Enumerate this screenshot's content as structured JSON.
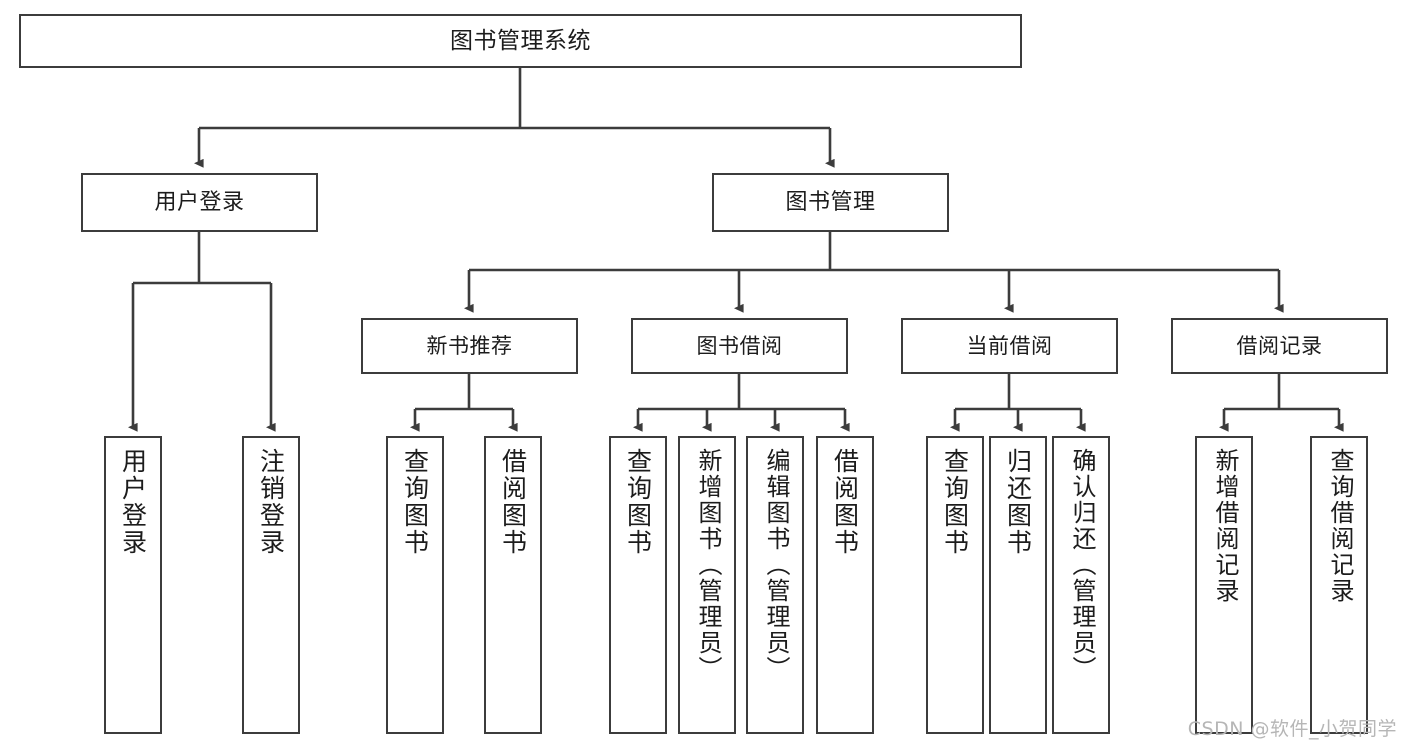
{
  "diagram": {
    "type": "tree",
    "title": "图书管理系统",
    "colors": {
      "box_border": "#3c3c3c",
      "box_fill": "#ffffff",
      "text": "#1c1c1c",
      "connector": "#3c3c3c",
      "watermark": "#b6b6b6"
    },
    "root": {
      "label": "图书管理系统"
    },
    "level2": [
      {
        "label": "用户登录"
      },
      {
        "label": "图书管理"
      }
    ],
    "level3": [
      {
        "label": "新书推荐"
      },
      {
        "label": "图书借阅"
      },
      {
        "label": "当前借阅"
      },
      {
        "label": "借阅记录"
      }
    ],
    "leaves": {
      "user_login": [
        {
          "label": "用户登录"
        },
        {
          "label": "注销登录"
        }
      ],
      "new_book_recommend": [
        {
          "label": "查询图书"
        },
        {
          "label": "借阅图书"
        }
      ],
      "book_borrow": [
        {
          "label": "查询图书"
        },
        {
          "label": "新增图书（管理员）"
        },
        {
          "label": "编辑图书（管理员）"
        },
        {
          "label": "借阅图书"
        }
      ],
      "current_borrow": [
        {
          "label": "查询图书"
        },
        {
          "label": "归还图书"
        },
        {
          "label": "确认归还（管理员）"
        }
      ],
      "borrow_record": [
        {
          "label": "新增借阅记录"
        },
        {
          "label": "查询借阅记录"
        }
      ]
    }
  },
  "watermark": {
    "text": "CSDN @软件_小贺同学"
  }
}
